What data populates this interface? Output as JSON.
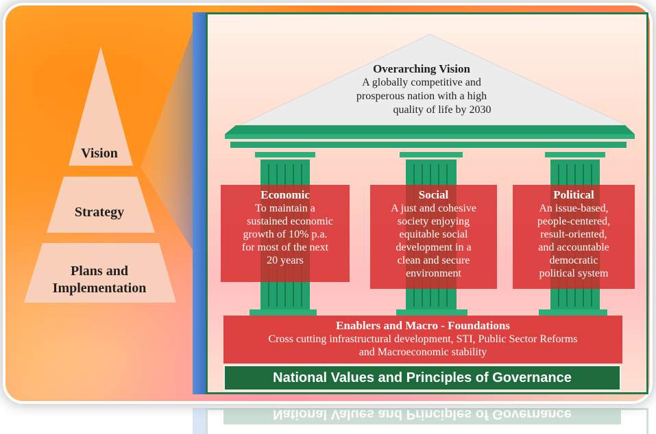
{
  "pyramid": {
    "levels": [
      {
        "label": "Vision"
      },
      {
        "label": "Strategy"
      },
      {
        "label_line1": "Plans and",
        "label_line2": "Implementation"
      }
    ]
  },
  "roof": {
    "title": "Overarching Vision",
    "line1": "A globally competitive and",
    "line2": "prosperous nation with a high",
    "line3": "quality of life by 2030"
  },
  "pillars": [
    {
      "title": "Economic",
      "lines": [
        "To maintain a",
        "sustained economic",
        "growth of 10% p.a.",
        "for most of the next",
        "20  years"
      ]
    },
    {
      "title": "Social",
      "lines": [
        "A just and cohesive",
        "society enjoying",
        "equitable social",
        "development in a",
        "clean and secure",
        "environment"
      ]
    },
    {
      "title": "Political",
      "lines": [
        "An issue-based,",
        "people-centered,",
        "result-oriented,",
        "and accountable",
        "democratic",
        "political system"
      ]
    }
  ],
  "enablers": {
    "title": "Enablers and Macro - Foundations",
    "line1": "Cross cutting infrastructural development, STI, Public Sector Reforms",
    "line2": "and Macroeconomic stability"
  },
  "base": {
    "label": "National Values and Principles of Governance"
  },
  "colors": {
    "pillar_box": "#d62828",
    "green": "#22a06b",
    "dark_green": "#1d6b3c",
    "pyramid": "#f8d2c0",
    "side_blue": "#3a6fc1"
  }
}
